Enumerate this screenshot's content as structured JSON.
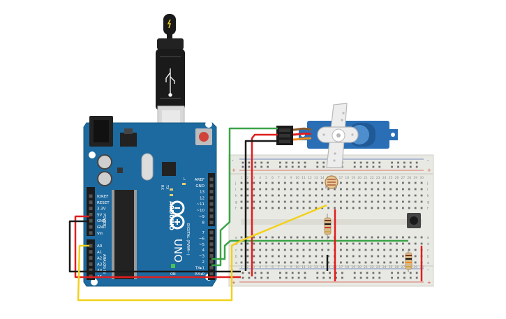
{
  "board": {
    "name": "ARDUINO",
    "model": "UNO",
    "power_label": "POWER",
    "analog_label": "ANALOG IN",
    "digital_label": "DIGITAL (PWM~)",
    "led_tx": "TX",
    "led_rx": "RX",
    "led_l": "L",
    "led_on": "ON",
    "power_pins": [
      "IOREF",
      "RESET",
      "3.3V",
      "5V",
      "GND",
      "GND",
      "Vin"
    ],
    "analog_pins": [
      "A0",
      "A1",
      "A2",
      "A3",
      "A4",
      "A5"
    ],
    "digital_pins": [
      "AREF",
      "GND",
      "13",
      "12",
      "~11",
      "~10",
      "~9",
      "8",
      "7",
      "~6",
      "~5",
      "4",
      "~3",
      "2",
      "TX▸1",
      "RX◂0"
    ]
  },
  "breadboard": {
    "row_letters_top": [
      "j",
      "i",
      "h",
      "g",
      "f"
    ],
    "row_letters_bottom": [
      "e",
      "d",
      "c",
      "b",
      "a"
    ],
    "column_numbers": [
      "1",
      "2",
      "3",
      "4",
      "5",
      "6",
      "7",
      "8",
      "9",
      "10",
      "11",
      "12",
      "13",
      "14",
      "15",
      "16",
      "17",
      "18",
      "19",
      "20",
      "21",
      "22",
      "23",
      "24",
      "25",
      "26",
      "27",
      "28",
      "29",
      "30"
    ],
    "rail_plus": "+",
    "rail_minus": "-"
  },
  "colors": {
    "board_blue": "#1d6aa0",
    "wire_red": "#e01e1e",
    "wire_black": "#1a1a1a",
    "wire_green": "#3aa447",
    "wire_yellow": "#f2d11b",
    "servo_blue": "#2a6fb6",
    "breadboard": "#e9e9e4"
  },
  "components": {
    "usb_cable": "usb-cable",
    "servo": "servo-motor",
    "photoresistor": "photoresistor",
    "resistor_top": "resistor",
    "resistor_bottom": "resistor",
    "pushbutton": "pushbutton"
  }
}
